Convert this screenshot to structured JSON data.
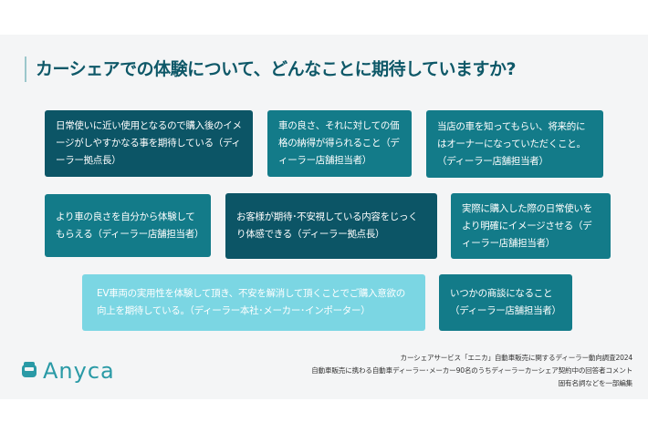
{
  "title": "カーシェアでの体験について、どんなことに期待していますか?",
  "cards": [
    {
      "text": "日常使いに近い使用となるので購入後のイメージがしやすかなる事を期待している（ディーラー拠点長）"
    },
    {
      "text": "車の良さ、それに対しての価格の納得が得られること（ディーラー店舗担当者）"
    },
    {
      "text": "当店の車を知ってもらい、将来的にはオーナーになっていただくこと。（ディーラー店舗担当者）"
    },
    {
      "text": "より車の良さを自分から体験してもらえる（ディーラー店舗担当者）"
    },
    {
      "text": "お客様が期待･不安視している内容をじっくり体感できる（ディーラー拠点長）"
    },
    {
      "text": "実際に購入した際の日常使いをより明確にイメージさせる（ディーラー店舗担当者）"
    },
    {
      "text": "EV車両の実用性を体験して頂き、不安を解消して頂くことでご購入意欲の向上を期待している。（ディーラー本社･メーカー･インポーター）"
    },
    {
      "text": "いつかの商談になること（ディーラー店舗担当者）"
    }
  ],
  "logo": {
    "text": "Anyca"
  },
  "footer": [
    "カーシェアサービス「エニカ」自動車販売に関するディーラー動向調査2024",
    "自動車販売に携わる自動車ディーラー･メーカー90名のうちディーラーカーシェア契約中の回答者コメント",
    "固有名詞などを一部編集"
  ],
  "colors": {
    "dark": "#0c5566",
    "teal": "#137b89",
    "light": "#7bd6e3",
    "title": "#0e5868"
  }
}
